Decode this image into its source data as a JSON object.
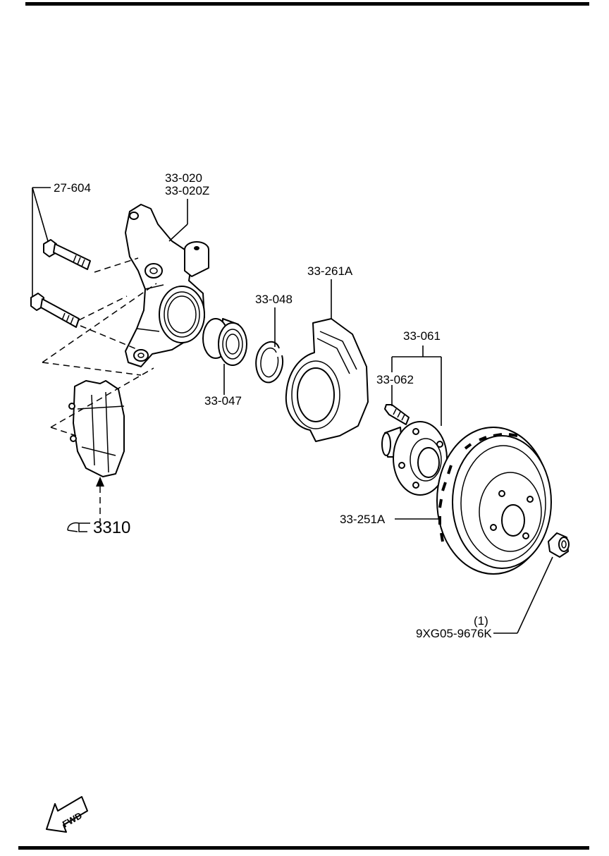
{
  "labels": {
    "bolt": "27-604",
    "knuckle_a": "33-020",
    "knuckle_b": "33-020Z",
    "shield": "33-261A",
    "snap_ring": "33-048",
    "bearing": "33-047",
    "hub": "33-061",
    "hub_bolt": "33-062",
    "disc": "33-251A",
    "nut_qty": "(1)",
    "nut": "9XG05-9676K",
    "ref": "3310",
    "fwd": "FWD"
  },
  "icons": {
    "reference": "pointing-hand-icon",
    "forward": "fwd-arrow-icon"
  }
}
